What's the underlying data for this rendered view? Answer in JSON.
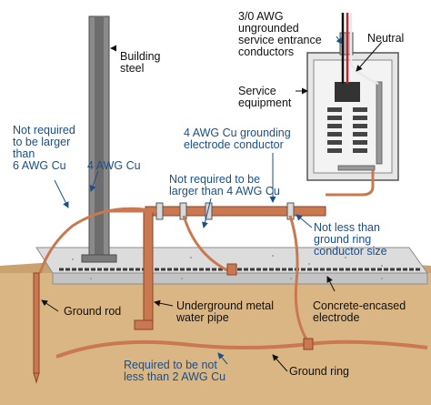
{
  "colors": {
    "label_blue": "#1a4f8c",
    "label_black": "#111111",
    "copper": "#c9784f",
    "copper_dark": "#8a4427",
    "steel": "#7d7d7d",
    "concrete": "#dcdcdc",
    "soil": "#d9b684",
    "panel": "#e6e6e6"
  },
  "labels": {
    "service_conductors": "3/0 AWG\nungrounded\nservice entrance\nconductors",
    "neutral": "Neutral",
    "building_steel": "Building\nsteel",
    "service_equipment": "Service\nequipment",
    "not_required_6awg": "Not required\nto be larger\nthan\n6 AWG Cu",
    "awg4_cu": "4 AWG Cu",
    "grounding_electrode_conductor": "4 AWG Cu grounding\nelectrode conductor",
    "not_required_4awg": "Not required to be\nlarger than 4 AWG Cu",
    "not_less_than_ground_ring": "Not less than\nground ring\nconductor size",
    "ground_rod": "Ground rod",
    "water_pipe": "Underground metal\nwater pipe",
    "concrete_encased": "Concrete-encased\nelectrode",
    "required_2awg": "Required to be not\nless than 2 AWG Cu",
    "ground_ring": "Ground ring"
  }
}
